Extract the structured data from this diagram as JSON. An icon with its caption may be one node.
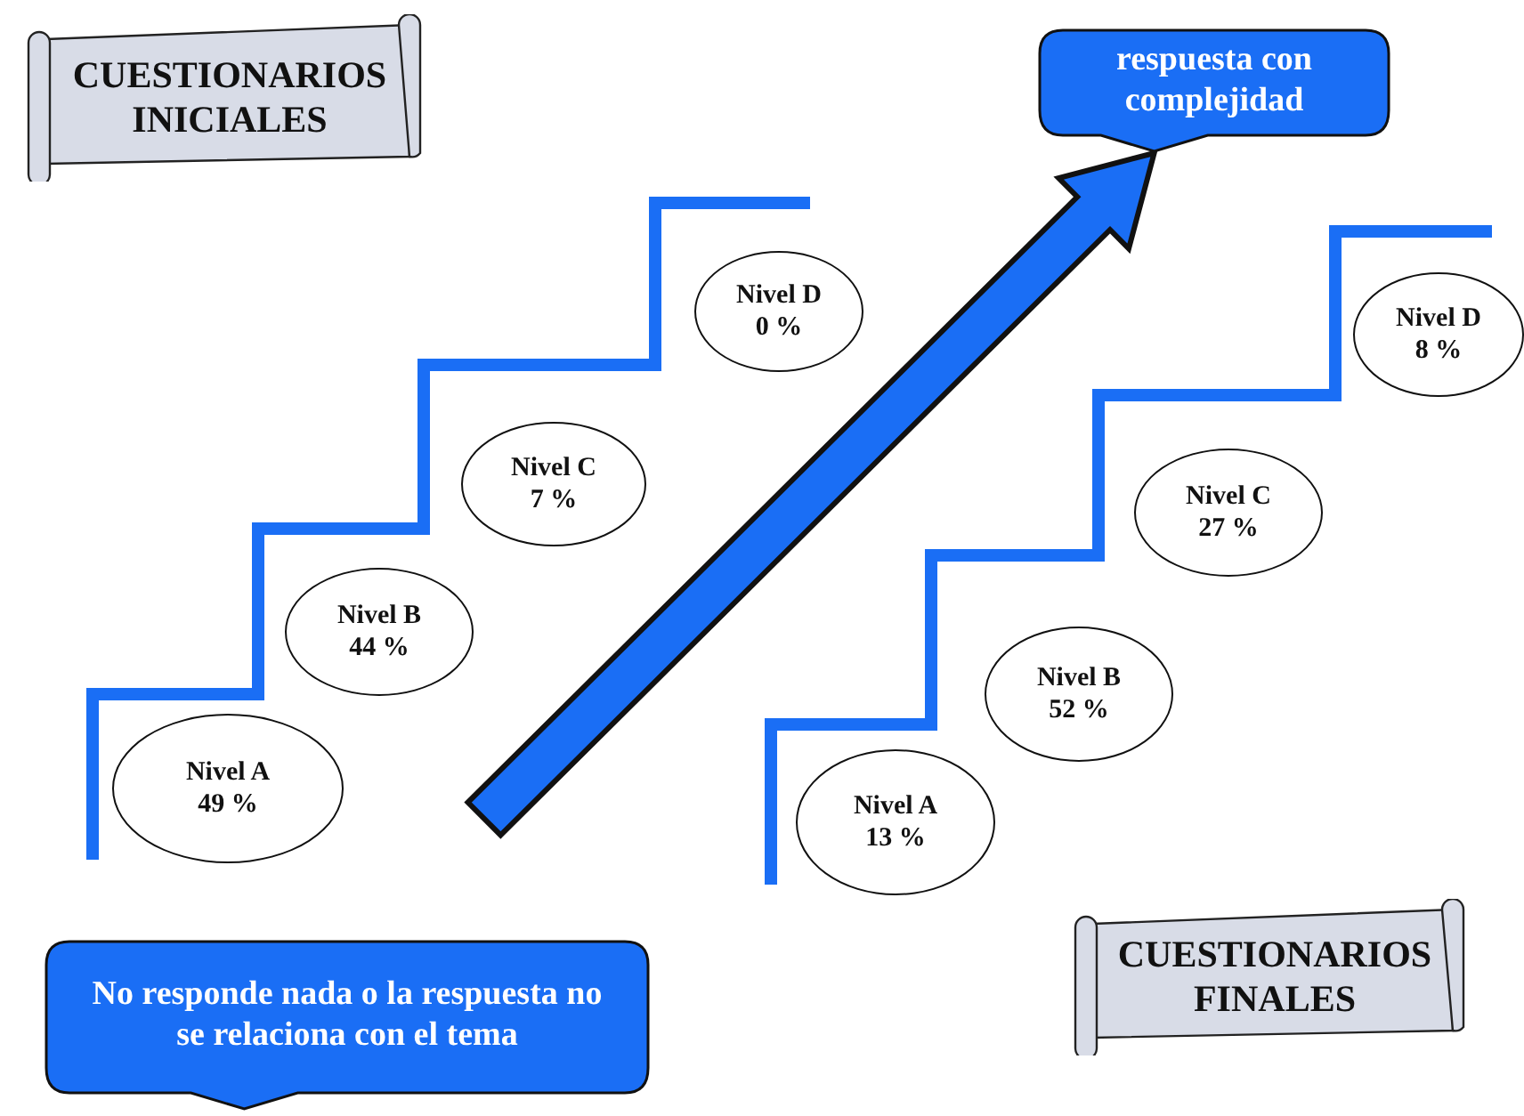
{
  "diagram": {
    "nodes": [
      {
        "text": [
          "CUESTIONARIOS INICIALES"
        ]
      },
      {
        "text": [
          "respuesta con complejidad"
        ]
      },
      {
        "text": [
          "Nivel D",
          "0 %"
        ]
      },
      {
        "text": [
          "Nivel D",
          "8 %"
        ]
      },
      {
        "text": [
          "Nivel C",
          "7 %"
        ]
      },
      {
        "text": [
          "Nivel C",
          "27 %"
        ]
      },
      {
        "text": [
          "Nivel B",
          "44 %"
        ]
      },
      {
        "text": [
          "Nivel B",
          "52 %"
        ]
      },
      {
        "text": [
          "Nivel A",
          "49 %"
        ]
      },
      {
        "text": [
          "Nivel A",
          "13 %"
        ]
      },
      {
        "text": [
          "No responde nada o la respuesta no se relaciona con el tema"
        ]
      },
      {
        "text": [
          "CUESTIONARIOS FINALES"
        ]
      }
    ],
    "edges": [
      {
        "from": null,
        "to": 1,
        "arrow": "to",
        "style": "thick"
      }
    ]
  }
}
